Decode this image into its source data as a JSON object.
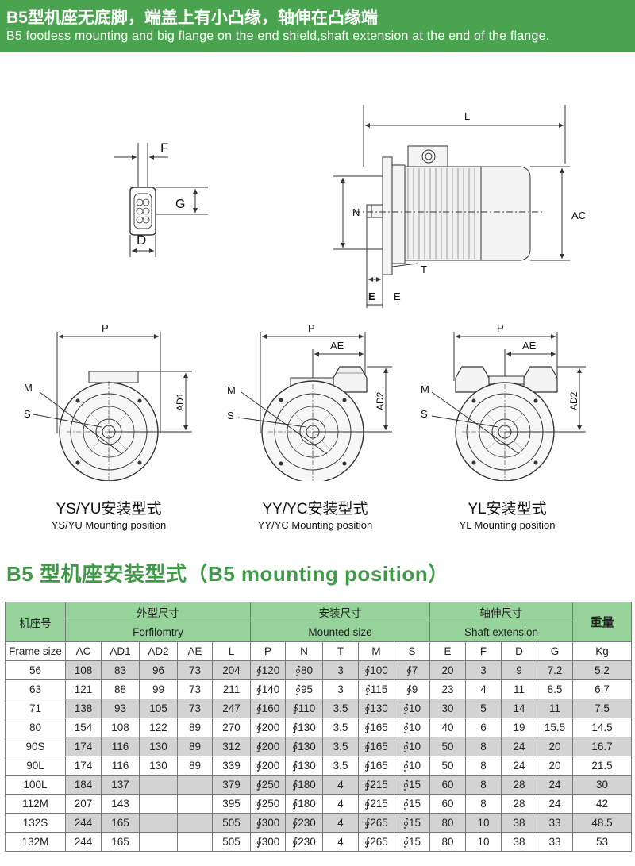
{
  "header": {
    "title_zh": "B5型机座无底脚，端盖上有小凸缘，轴伸在凸缘端",
    "title_en": "B5 footless mounting and big  flange on the end shield,shaft extension at the end of the flange."
  },
  "diagram": {
    "shaft_labels": {
      "f": "F",
      "g": "G",
      "d": "D"
    },
    "motor_labels": {
      "l": "L",
      "n": "N",
      "ac": "AC",
      "t": "T",
      "e1": "E",
      "e2": "E"
    },
    "views": [
      {
        "p": "P",
        "ad": "AD1",
        "m": "M",
        "s": "S",
        "caption_zh": "YS/YU安装型式",
        "caption_en": "YS/YU Mounting position"
      },
      {
        "p": "P",
        "ae": "AE",
        "ad": "AD2",
        "m": "M",
        "s": "S",
        "caption_zh": "YY/YC安装型式",
        "caption_en": "YY/YC Mounting position"
      },
      {
        "p": "P",
        "ae": "AE",
        "ad": "AD2",
        "m": "M",
        "s": "S",
        "caption_zh": "YL安装型式",
        "caption_en": "YL Mounting position"
      }
    ]
  },
  "section_title": "B5 型机座安装型式（B5 mounting position）",
  "table": {
    "frame_label": "机座号",
    "groups": [
      {
        "zh": "外型尺寸",
        "en": "Forfilomtry"
      },
      {
        "zh": "安装尺寸",
        "en": "Mounted size"
      },
      {
        "zh": "轴伸尺寸",
        "en": "Shaft extension"
      }
    ],
    "weight_label": "重量",
    "columns": [
      "Frame size",
      "AC",
      "AD1",
      "AD2",
      "AE",
      "L",
      "P",
      "N",
      "T",
      "M",
      "S",
      "E",
      "F",
      "D",
      "G",
      "Kg"
    ],
    "rows": [
      [
        "56",
        "108",
        "83",
        "96",
        "73",
        "204",
        "∮120",
        "∮80",
        "3",
        "∮100",
        "∮7",
        "20",
        "3",
        "9",
        "7.2",
        "5.2"
      ],
      [
        "63",
        "121",
        "88",
        "99",
        "73",
        "211",
        "∮140",
        "∮95",
        "3",
        "∮115",
        "∮9",
        "23",
        "4",
        "11",
        "8.5",
        "6.7"
      ],
      [
        "71",
        "138",
        "93",
        "105",
        "73",
        "247",
        "∮160",
        "∮110",
        "3.5",
        "∮130",
        "∮10",
        "30",
        "5",
        "14",
        "11",
        "7.5"
      ],
      [
        "80",
        "154",
        "108",
        "122",
        "89",
        "270",
        "∮200",
        "∮130",
        "3.5",
        "∮165",
        "∮10",
        "40",
        "6",
        "19",
        "15.5",
        "14.5"
      ],
      [
        "90S",
        "174",
        "116",
        "130",
        "89",
        "312",
        "∮200",
        "∮130",
        "3.5",
        "∮165",
        "∮10",
        "50",
        "8",
        "24",
        "20",
        "16.7"
      ],
      [
        "90L",
        "174",
        "116",
        "130",
        "89",
        "339",
        "∮200",
        "∮130",
        "3.5",
        "∮165",
        "∮10",
        "50",
        "8",
        "24",
        "20",
        "21.5"
      ],
      [
        "100L",
        "184",
        "137",
        "",
        "",
        "379",
        "∮250",
        "∮180",
        "4",
        "∮215",
        "∮15",
        "60",
        "8",
        "28",
        "24",
        "30"
      ],
      [
        "112M",
        "207",
        "143",
        "",
        "",
        "395",
        "∮250",
        "∮180",
        "4",
        "∮215",
        "∮15",
        "60",
        "8",
        "28",
        "24",
        "42"
      ],
      [
        "132S",
        "244",
        "165",
        "",
        "",
        "505",
        "∮300",
        "∮230",
        "4",
        "∮265",
        "∮15",
        "80",
        "10",
        "38",
        "33",
        "48.5"
      ],
      [
        "132M",
        "244",
        "165",
        "",
        "",
        "505",
        "∮300",
        "∮230",
        "4",
        "∮265",
        "∮15",
        "80",
        "10",
        "38",
        "33",
        "53"
      ]
    ]
  }
}
